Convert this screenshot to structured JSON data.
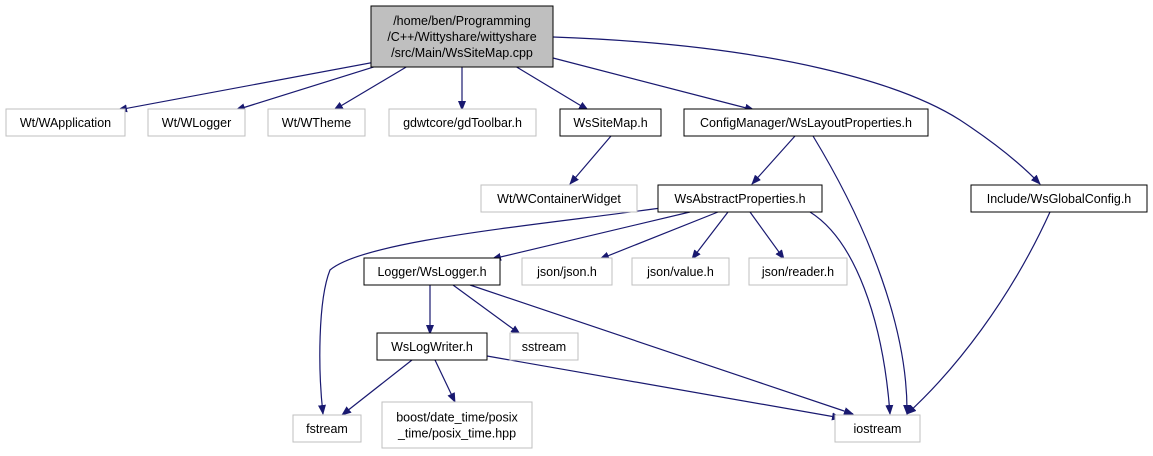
{
  "graph": {
    "nodes": [
      {
        "id": "root",
        "lines": [
          "/home/ben/Programming",
          "/C++/Wittyshare/wittyshare",
          "/src/Main/WsSiteMap.cpp"
        ],
        "style": "root"
      },
      {
        "id": "wapp",
        "lines": [
          "Wt/WApplication"
        ],
        "style": "external"
      },
      {
        "id": "wlogger",
        "lines": [
          "Wt/WLogger"
        ],
        "style": "external"
      },
      {
        "id": "wtheme",
        "lines": [
          "Wt/WTheme"
        ],
        "style": "external"
      },
      {
        "id": "gdtoolbar",
        "lines": [
          "gdwtcore/gdToolbar.h"
        ],
        "style": "external"
      },
      {
        "id": "wssitemap",
        "lines": [
          "WsSiteMap.h"
        ],
        "style": "internal"
      },
      {
        "id": "layoutprops",
        "lines": [
          "ConfigManager/WsLayoutProperties.h"
        ],
        "style": "internal"
      },
      {
        "id": "globalconfig",
        "lines": [
          "Include/WsGlobalConfig.h"
        ],
        "style": "internal"
      },
      {
        "id": "wcontainer",
        "lines": [
          "Wt/WContainerWidget"
        ],
        "style": "external"
      },
      {
        "id": "abstractprops",
        "lines": [
          "WsAbstractProperties.h"
        ],
        "style": "internal"
      },
      {
        "id": "wslogger",
        "lines": [
          "Logger/WsLogger.h"
        ],
        "style": "internal"
      },
      {
        "id": "jsonjson",
        "lines": [
          "json/json.h"
        ],
        "style": "external"
      },
      {
        "id": "jsonvalue",
        "lines": [
          "json/value.h"
        ],
        "style": "external"
      },
      {
        "id": "jsonreader",
        "lines": [
          "json/reader.h"
        ],
        "style": "external"
      },
      {
        "id": "logwriter",
        "lines": [
          "WsLogWriter.h"
        ],
        "style": "internal"
      },
      {
        "id": "sstream",
        "lines": [
          "sstream"
        ],
        "style": "external"
      },
      {
        "id": "fstream",
        "lines": [
          "fstream"
        ],
        "style": "external"
      },
      {
        "id": "posixtime",
        "lines": [
          "boost/date_time/posix",
          "_time/posix_time.hpp"
        ],
        "style": "external"
      },
      {
        "id": "iostream",
        "lines": [
          "iostream"
        ],
        "style": "external"
      }
    ],
    "edges": [
      {
        "from": "root",
        "to": "wapp"
      },
      {
        "from": "root",
        "to": "wlogger"
      },
      {
        "from": "root",
        "to": "wtheme"
      },
      {
        "from": "root",
        "to": "gdtoolbar"
      },
      {
        "from": "root",
        "to": "wssitemap"
      },
      {
        "from": "root",
        "to": "layoutprops"
      },
      {
        "from": "root",
        "to": "globalconfig"
      },
      {
        "from": "wssitemap",
        "to": "wcontainer"
      },
      {
        "from": "layoutprops",
        "to": "abstractprops"
      },
      {
        "from": "layoutprops",
        "to": "iostream"
      },
      {
        "from": "globalconfig",
        "to": "iostream"
      },
      {
        "from": "abstractprops",
        "to": "wslogger"
      },
      {
        "from": "abstractprops",
        "to": "jsonjson"
      },
      {
        "from": "abstractprops",
        "to": "jsonvalue"
      },
      {
        "from": "abstractprops",
        "to": "jsonreader"
      },
      {
        "from": "abstractprops",
        "to": "fstream"
      },
      {
        "from": "abstractprops",
        "to": "iostream"
      },
      {
        "from": "wslogger",
        "to": "logwriter"
      },
      {
        "from": "wslogger",
        "to": "sstream"
      },
      {
        "from": "wslogger",
        "to": "iostream"
      },
      {
        "from": "logwriter",
        "to": "fstream"
      },
      {
        "from": "logwriter",
        "to": "posixtime"
      },
      {
        "from": "logwriter",
        "to": "iostream"
      }
    ],
    "colors": {
      "edge": "#191970",
      "root_fill": "#bfbfbf",
      "internal_border": "#000000",
      "external_border": "#bfbfbf",
      "text": "#000000"
    }
  }
}
